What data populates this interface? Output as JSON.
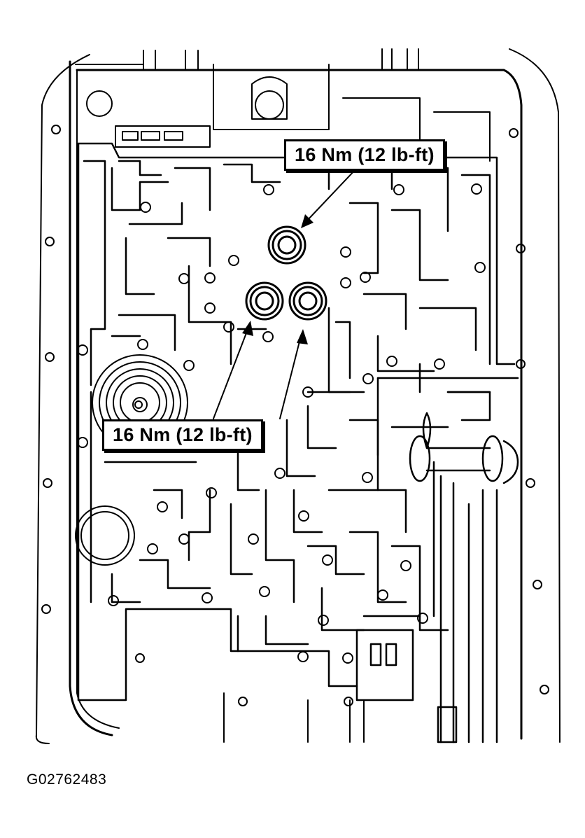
{
  "diagram": {
    "callouts": [
      {
        "label": "16 Nm (12 lb-ft)"
      },
      {
        "label": "16 Nm (12 lb-ft)"
      }
    ],
    "figure_id": "G02762483",
    "colors": {
      "line": "#000000",
      "background": "#ffffff"
    }
  }
}
